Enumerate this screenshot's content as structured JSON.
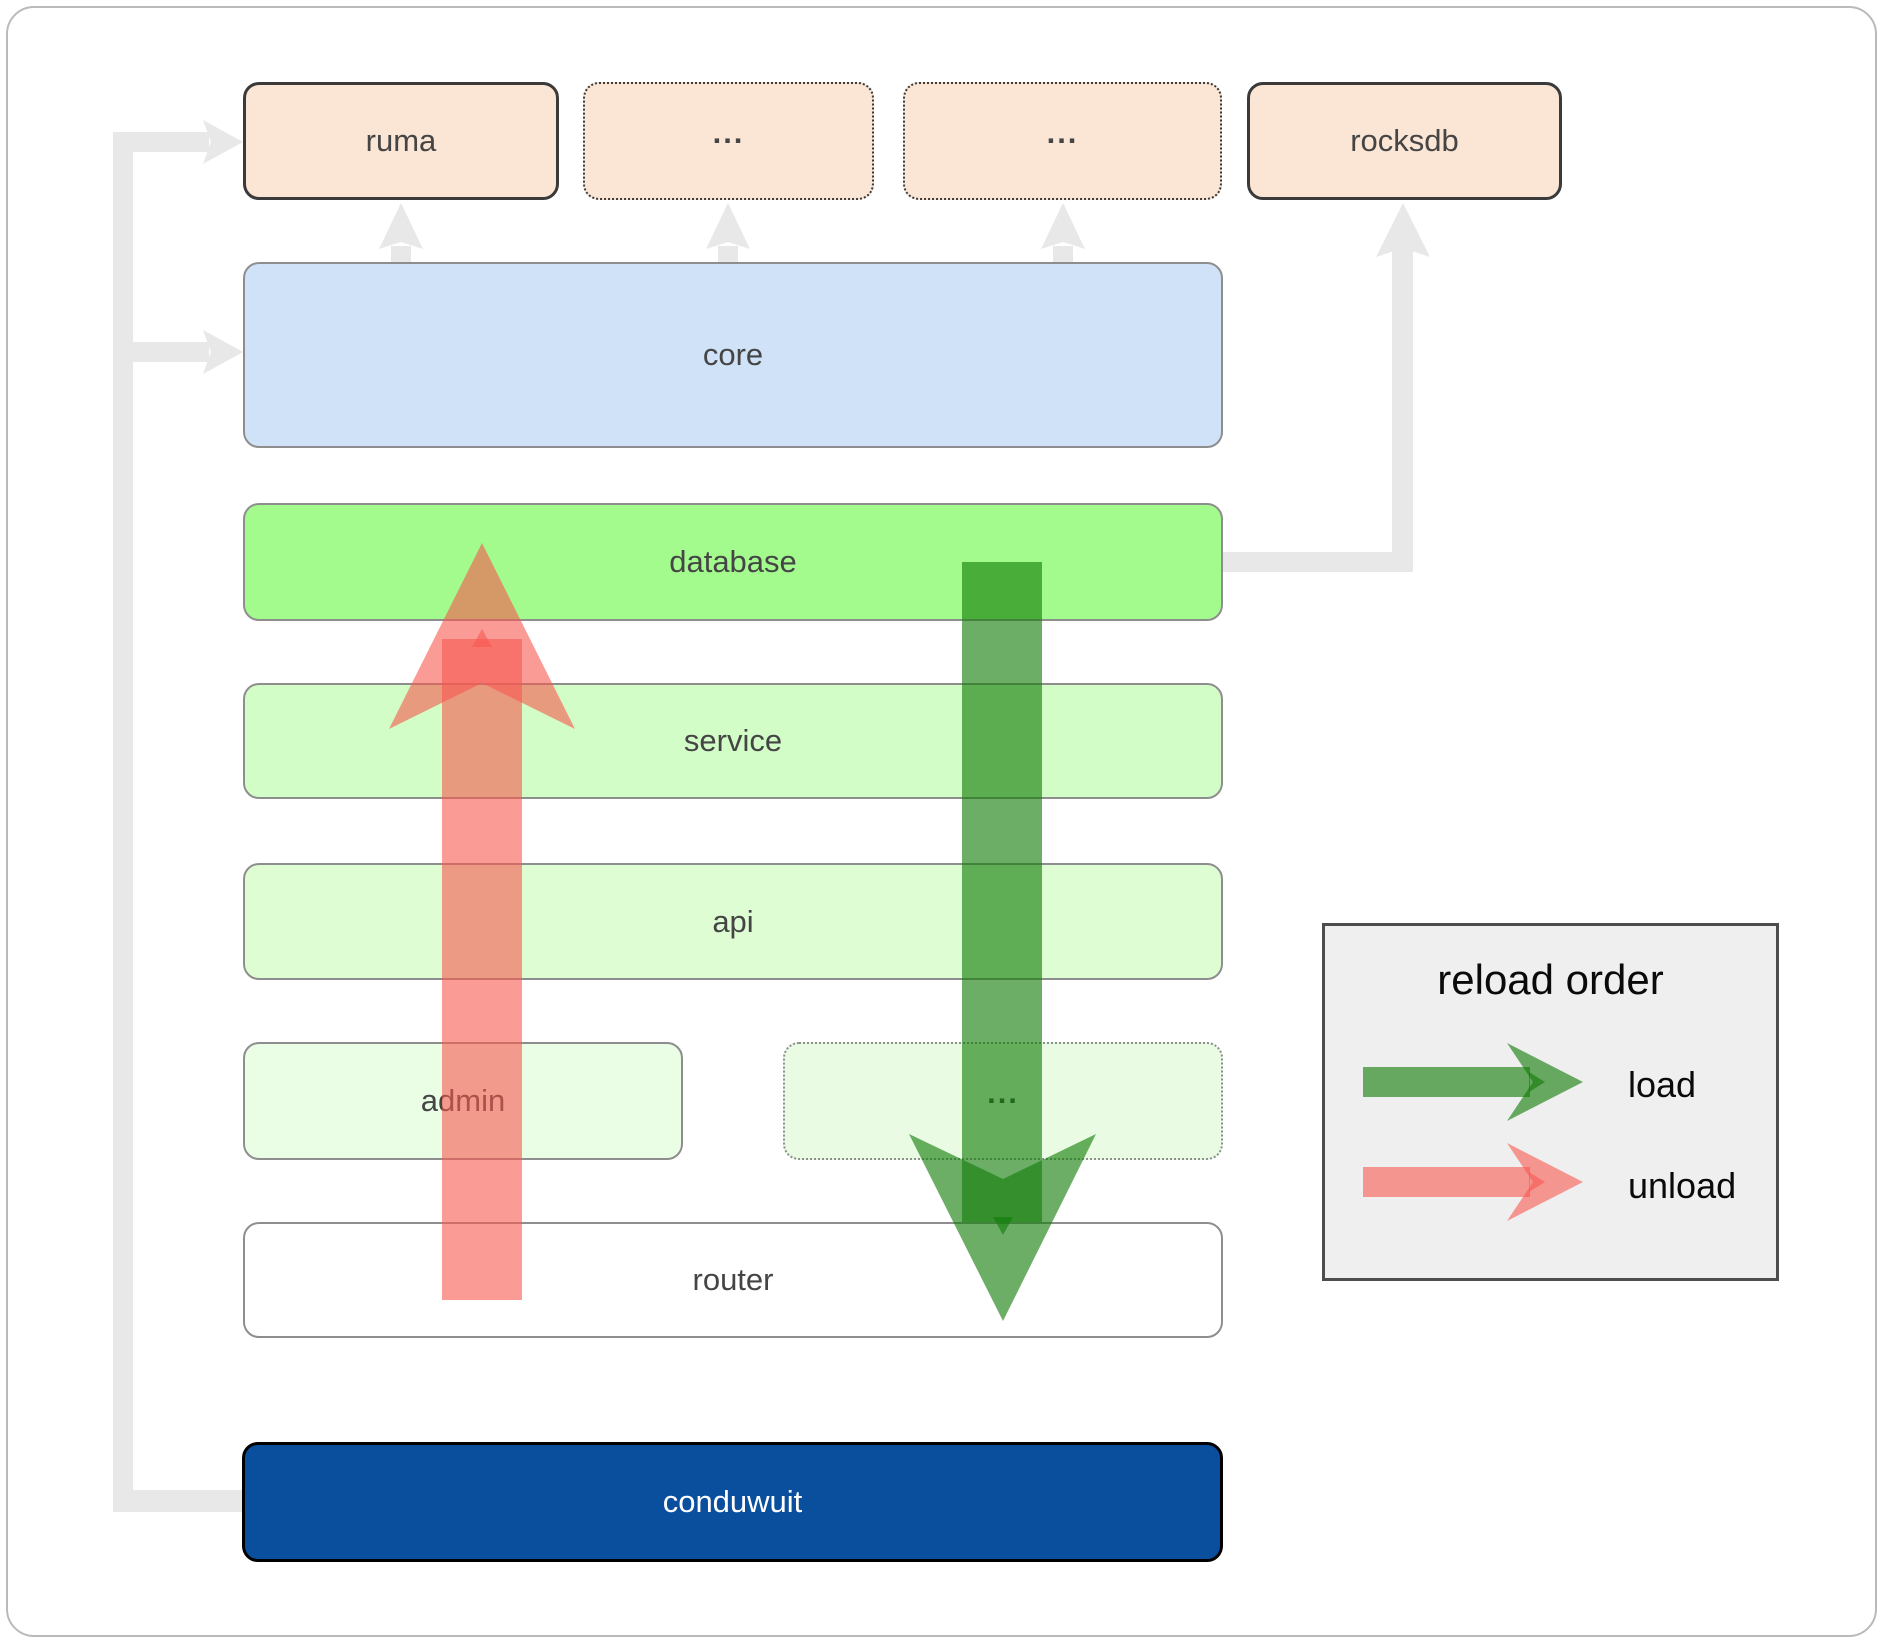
{
  "diagram": {
    "description": "conduwuit module architecture with reload order",
    "boxes": {
      "ruma": {
        "label": "ruma"
      },
      "dots_top_1": {
        "label": "..."
      },
      "dots_top_2": {
        "label": "..."
      },
      "rocksdb": {
        "label": "rocksdb"
      },
      "core": {
        "label": "core"
      },
      "database": {
        "label": "database"
      },
      "service": {
        "label": "service"
      },
      "api": {
        "label": "api"
      },
      "admin": {
        "label": "admin"
      },
      "dots_admin": {
        "label": "..."
      },
      "router": {
        "label": "router"
      },
      "conduwuit": {
        "label": "conduwuit"
      }
    }
  },
  "legend": {
    "title": "reload order",
    "items": [
      {
        "label": "load",
        "color": "#127c08",
        "direction": "down"
      },
      {
        "label": "unload",
        "color": "#f75850",
        "direction": "up"
      }
    ]
  },
  "colors": {
    "peach_box": "#fbe5d5",
    "core_box": "#cfe2f7",
    "database_box": "#a4fb8d",
    "service_box": "#d3fdc6",
    "api_box": "#defdd3",
    "admin_box": "#eafde5",
    "router_box": "#ffffff",
    "conduwuit_box": "#0a4f9e",
    "load_arrow": "#127c08",
    "unload_arrow": "#f75850",
    "connector_gray": "#e8e8e8",
    "dark_border": "#3a3a3a",
    "gray_border": "#8e8e8e",
    "legend_bg": "#efefef"
  }
}
